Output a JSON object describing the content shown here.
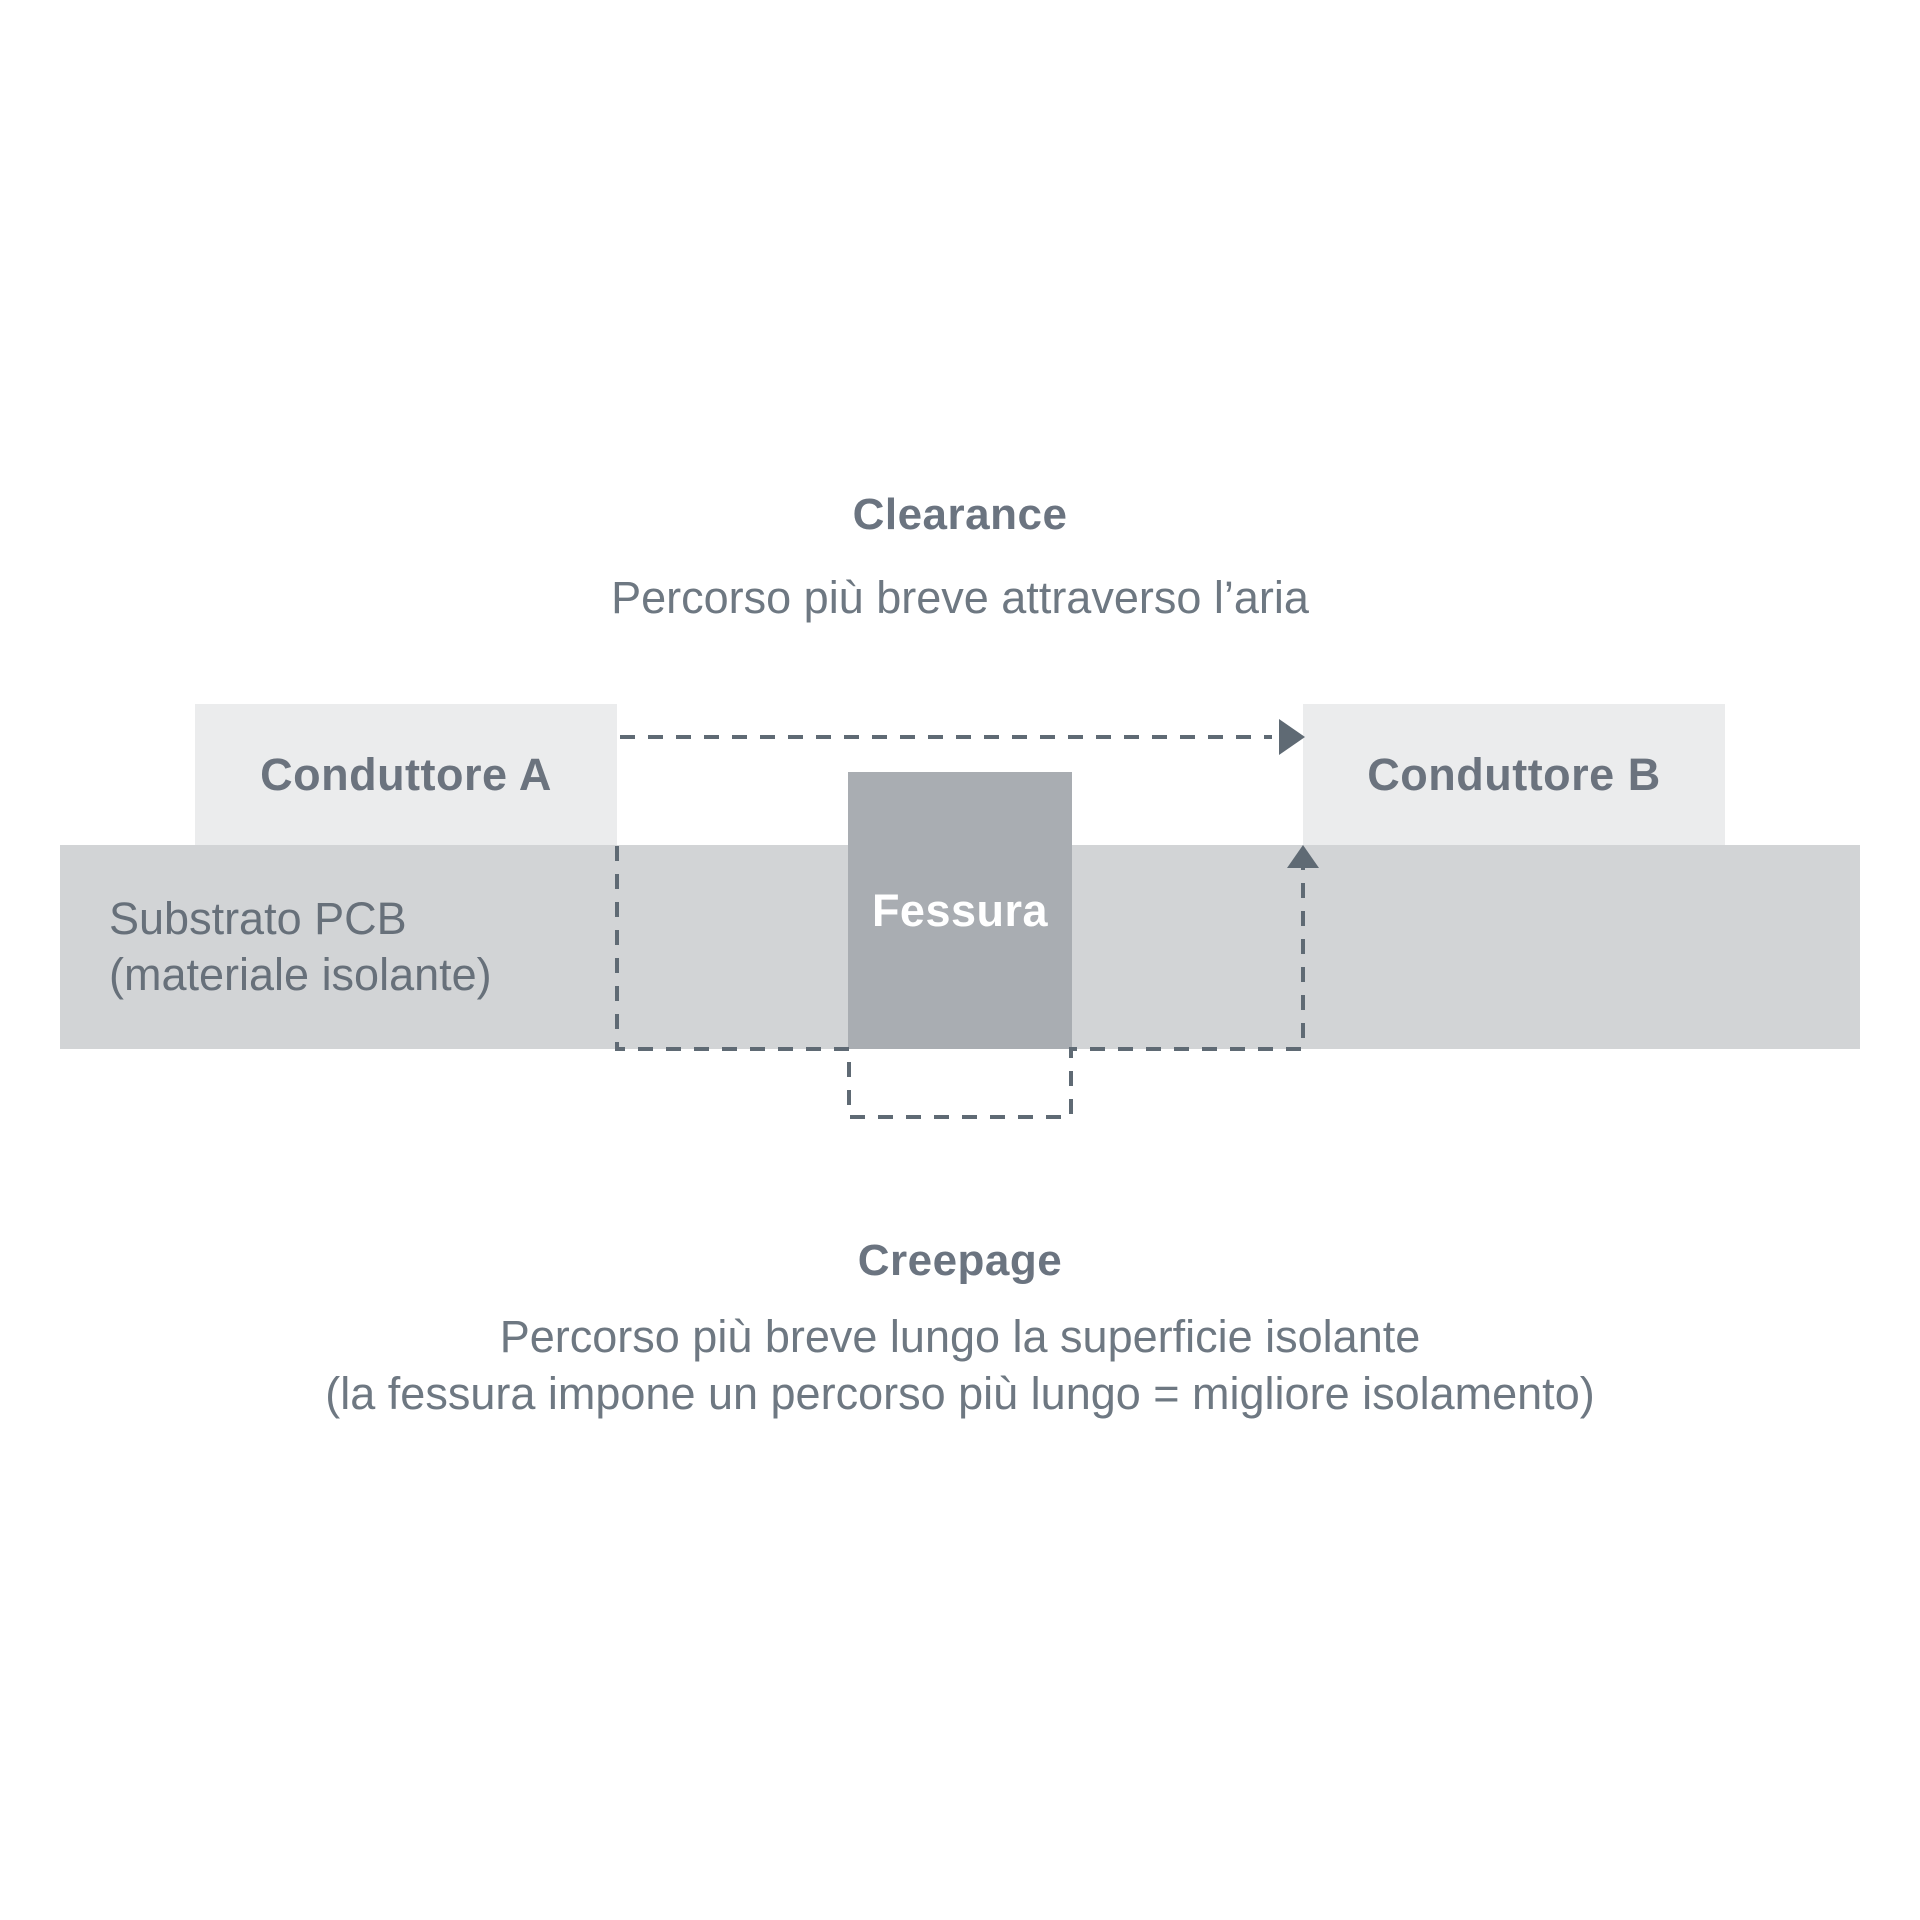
{
  "clearance": {
    "title": "Clearance",
    "subtitle": "Percorso più breve attraverso l’aria"
  },
  "creepage": {
    "title": "Creepage",
    "subtitle_line1": "Percorso più breve lungo la superficie isolante",
    "subtitle_line2": "(la fessura impone un percorso più lungo = migliore isolamento)"
  },
  "diagram": {
    "conductor_a_label": "Conduttore A",
    "conductor_b_label": "Conduttore B",
    "substrate_label_line1": "Substrato PCB",
    "substrate_label_line2": "(materiale isolante)",
    "slot_label": "Fessura"
  },
  "colors": {
    "background": "#ffffff",
    "conductor_fill": "#ebeced",
    "substrate_fill": "#d2d4d6",
    "slot_fill": "#a9adb2",
    "title_text": "#6b7480",
    "body_text": "#6e7882",
    "substrate_text": "#67707a",
    "slot_text": "#ffffff",
    "dashed_path": "#5f6a74"
  }
}
